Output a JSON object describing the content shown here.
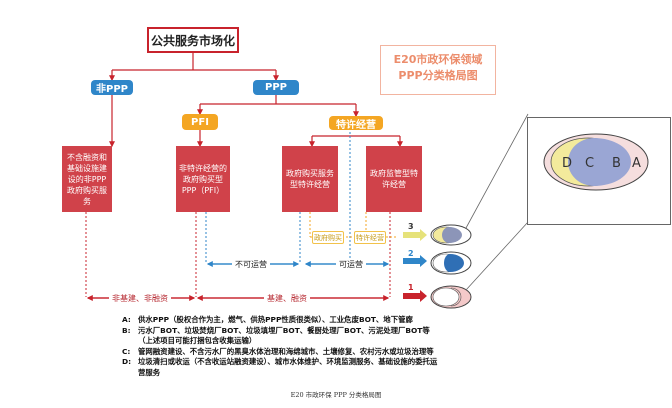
{
  "title": "公共服务市场化",
  "watermark": {
    "line1": "E20市政环保领域",
    "line2": "PPP分类格局图"
  },
  "non_ppp_label": "非PPP",
  "ppp_label": "PPP",
  "pfi_label": "PFI",
  "franchise_label": "特许经营",
  "boxes": {
    "non_ppp": "不含融资和基础设施建设的非PPP政府购买服务",
    "pfi": "非特许经营的政府购买型PPP（PFI）",
    "gov_buy_franchise": "政府购买服务型特许经营",
    "gov_reg_franchise": "政府监管型特许经营"
  },
  "tags": {
    "buy_franchise_small": "政府购买",
    "market_franchise_small": "特许经营",
    "no_operation": "不可运营",
    "operation": "可运营",
    "non_infra": "非基建、非融资",
    "infra": "基建、融资"
  },
  "numbers": [
    "3",
    "2",
    "1"
  ],
  "legend": [
    {
      "key": "A:",
      "text": "供水PPP（股权合作为主，燃气、供热PPP性质很类似）、工业危废BOT、地下管廊"
    },
    {
      "key": "B:",
      "text": "污水厂BOT、垃圾焚烧厂BOT、垃圾填埋厂BOT、餐厨处理厂BOT、污泥处理厂BOT等（上述项目可能打捆包含收集运输）"
    },
    {
      "key": "C:",
      "text": "管网融资建设、不含污水厂的黑臭水体治理和海绵城市、土壤修复、农村污水或垃圾治理等"
    },
    {
      "key": "D:",
      "text": "垃圾清扫或收运（不含收运站融资建设）、城市水体维护、环境监测服务、基础设施的委托运营服务"
    }
  ],
  "caption": "E20 市政环保 PPP 分类格局图",
  "inset_labels": [
    "D",
    "C",
    "B",
    "A"
  ],
  "colors": {
    "red": "#d0424a",
    "blue": "#2f86c9",
    "orange": "#f4a623",
    "yellow": "#f3ea9c",
    "purple": "#9aa6d4"
  }
}
